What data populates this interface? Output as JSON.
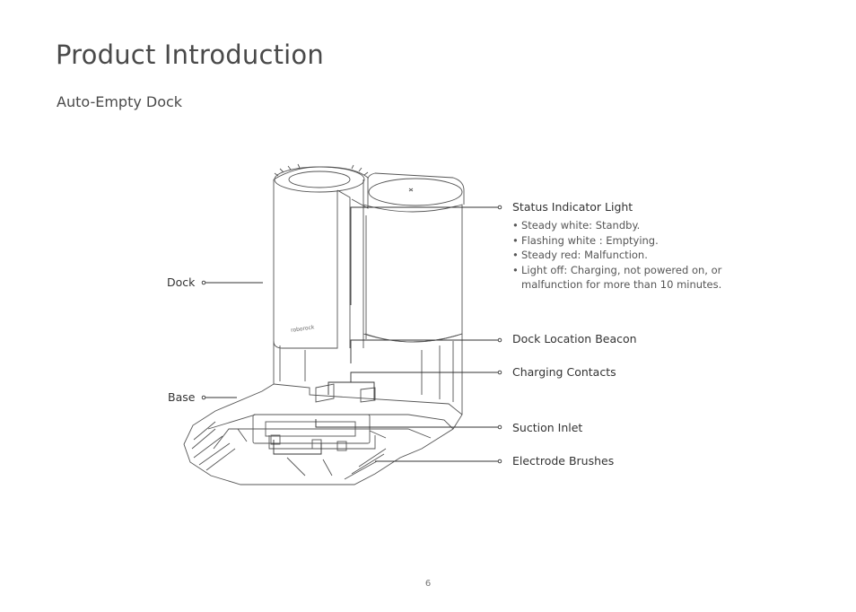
{
  "page": {
    "title": "Product Introduction",
    "section_title": "Auto-Empty Dock",
    "page_number": "6"
  },
  "device": {
    "brand_mark": "roborock"
  },
  "callouts": {
    "dock": "Dock",
    "base": "Base",
    "status_light": "Status Indicator Light",
    "status_bullets": [
      "Steady white: Standby.",
      "Flashing white : Emptying.",
      "Steady red: Malfunction.",
      "Light off: Charging, not powered on, or malfunction for more than 10 minutes."
    ],
    "beacon": "Dock Location Beacon",
    "contacts": "Charging Contacts",
    "suction": "Suction Inlet",
    "brushes": "Electrode Brushes"
  }
}
